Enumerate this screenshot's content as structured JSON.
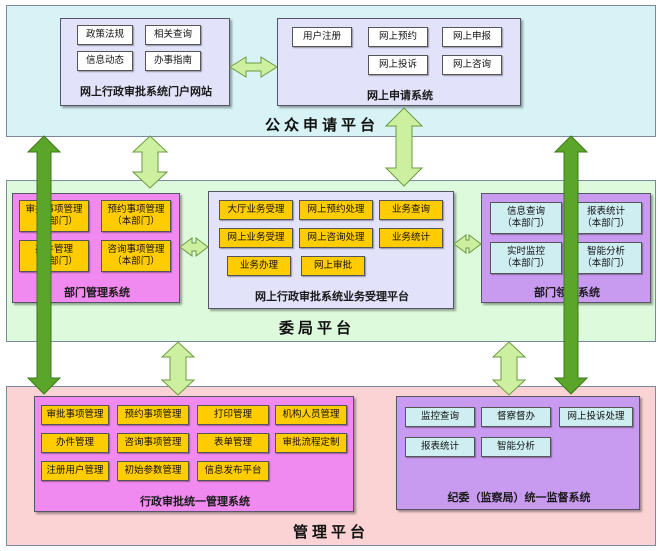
{
  "colors": {
    "public_platform": "#d7f3f5",
    "committee_platform": "#ddfbdc",
    "management_platform": "#fbd3d5",
    "blue_group": "#e2e2fb",
    "pink_group": "#f18af0",
    "violet_group": "#c89bf0",
    "item_white": "#ffffff",
    "item_yellow": "#ffcc00",
    "item_cyan": "#cfeef2",
    "arrow_dark": "#5aa52a",
    "arrow_light": "#ccf0a0"
  },
  "public_platform": {
    "label": "公众申请平台",
    "portal": {
      "label": "网上行政审批系统门户网站",
      "items": [
        "政策法规",
        "相关查询",
        "信息动态",
        "办事指南"
      ]
    },
    "application": {
      "label": "网上申请系统",
      "items": [
        "用户注册",
        "网上预约",
        "网上申报",
        "网上投诉",
        "网上咨询"
      ]
    }
  },
  "committee_platform": {
    "label": "委局平台",
    "dept_mgmt": {
      "label": "部门管理系统",
      "items": [
        "审批事项管理\n（本部门）",
        "预约事项管理\n（本部门）",
        "办件管理\n（本部门）",
        "咨询事项管理\n（本部门）"
      ]
    },
    "business": {
      "label": "网上行政审批系统业务受理平台",
      "items": [
        "大厅业务受理",
        "网上预约处理",
        "业务查询",
        "网上业务受理",
        "网上咨询处理",
        "业务统计",
        "业务办理",
        "网上审批"
      ]
    },
    "dept_leader": {
      "label": "部门领导系统",
      "items": [
        "信息查询\n（本部门）",
        "报表统计\n（本部门）",
        "实时监控\n（本部门）",
        "智能分析\n（本部门）"
      ]
    }
  },
  "management_platform": {
    "label": "管理平台",
    "unified_mgmt": {
      "label": "行政审批统一管理系统",
      "items": [
        "审批事项管理",
        "预约事项管理",
        "打印管理",
        "机构人员管理",
        "办件管理",
        "咨询事项管理",
        "表单管理",
        "审批流程定制",
        "注册用户管理",
        "初始参数管理",
        "信息发布平台"
      ]
    },
    "supervision": {
      "label": "纪委（监察局）统一监督系统",
      "items": [
        "监控查询",
        "督察督办",
        "网上投诉处理",
        "报表统计",
        "智能分析"
      ]
    }
  }
}
